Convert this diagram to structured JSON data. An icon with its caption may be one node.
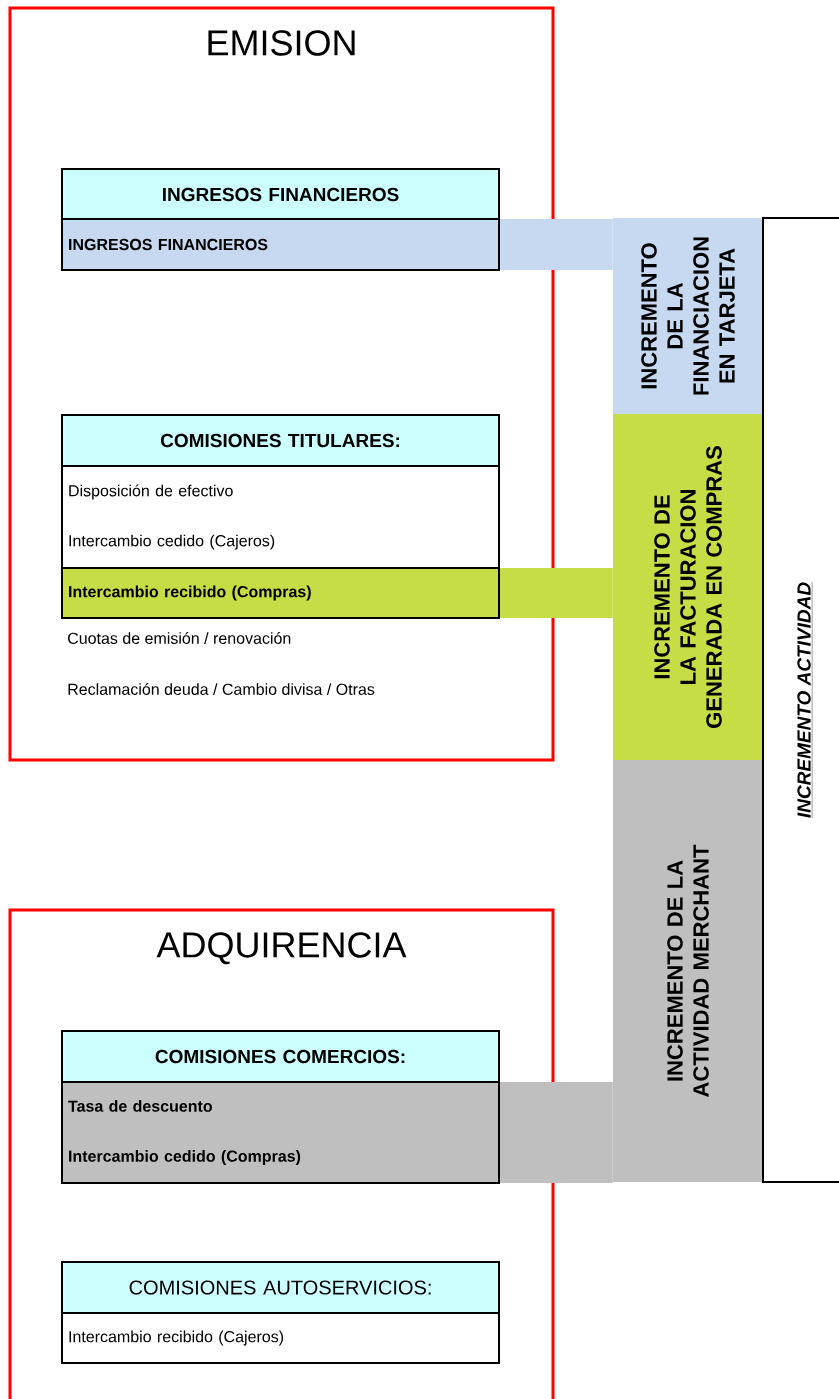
{
  "diagram": {
    "nodes": [
      {
        "text": [
          "EMISION"
        ]
      },
      {
        "text": [
          "INGRESOS FINANCIEROS"
        ],
        "in": 0
      },
      {
        "text": [
          "INGRESOS FINANCIEROS"
        ],
        "in": 0
      },
      {
        "text": [
          "COMISIONES TITULARES:"
        ],
        "in": 0
      },
      {
        "text": [
          "Disposición de efectivo",
          "Intercambio cedido (Cajeros)"
        ],
        "in": 0
      },
      {
        "text": [
          "Intercambio recibido (Compras)"
        ],
        "in": 0
      },
      {
        "text": [
          "ADQUIRENCIA"
        ]
      },
      {
        "text": [
          "COMISIONES COMERCIOS:"
        ],
        "in": 6
      },
      {
        "text": [
          "Tasa de descuento",
          "Intercambio cedido (Compras)"
        ],
        "in": 6
      },
      {
        "text": [
          "COMISIONES AUTOSERVICIOS:"
        ],
        "in": 6
      },
      {
        "text": [
          "Intercambio recibido (Cajeros)"
        ],
        "in": 6
      },
      {
        "text": [
          "INCREMENTO DE LA FINANCIACION EN TARJETA"
        ]
      },
      {
        "text": [
          "INCREMENTO DE LA FACTURACION GENERADA EN COMPRAS"
        ]
      },
      {
        "text": [
          "INCREMENTO DE LA ACTIVIDAD MERCHANT"
        ]
      },
      {
        "text": [
          "INCREMENTO ACTIVIDAD"
        ]
      }
    ],
    "edges": [
      {
        "from": 2,
        "to": 11,
        "arrow": "none",
        "color": "#c6d9f0"
      },
      {
        "from": 5,
        "to": 12,
        "arrow": "none",
        "color": "#c8dc46"
      },
      {
        "from": 8,
        "to": 13,
        "arrow": "none",
        "style": "thick",
        "color": "#bfbfbf"
      }
    ],
    "labels": [
      "Cuotas de emisión / renovación",
      "Reclamación deuda / Cambio divisa / Otras"
    ]
  }
}
